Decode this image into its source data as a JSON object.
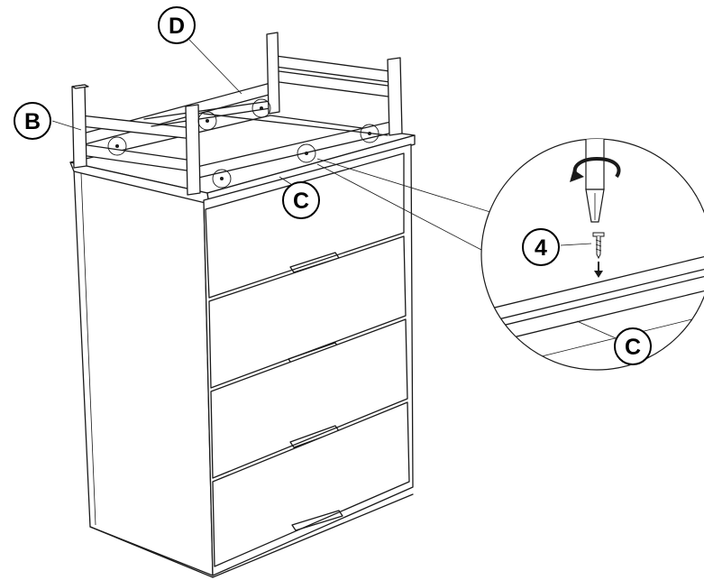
{
  "labels": {
    "part_b": "B",
    "part_d": "D",
    "part_c_main": "C",
    "part_c_detail": "C",
    "screw_count": "4"
  },
  "icons": {
    "screwdriver": "screwdriver-icon",
    "rotation": "clockwise-rotation-arrow-icon",
    "screw": "screw-icon",
    "down_arrow": "down-arrow-icon"
  }
}
